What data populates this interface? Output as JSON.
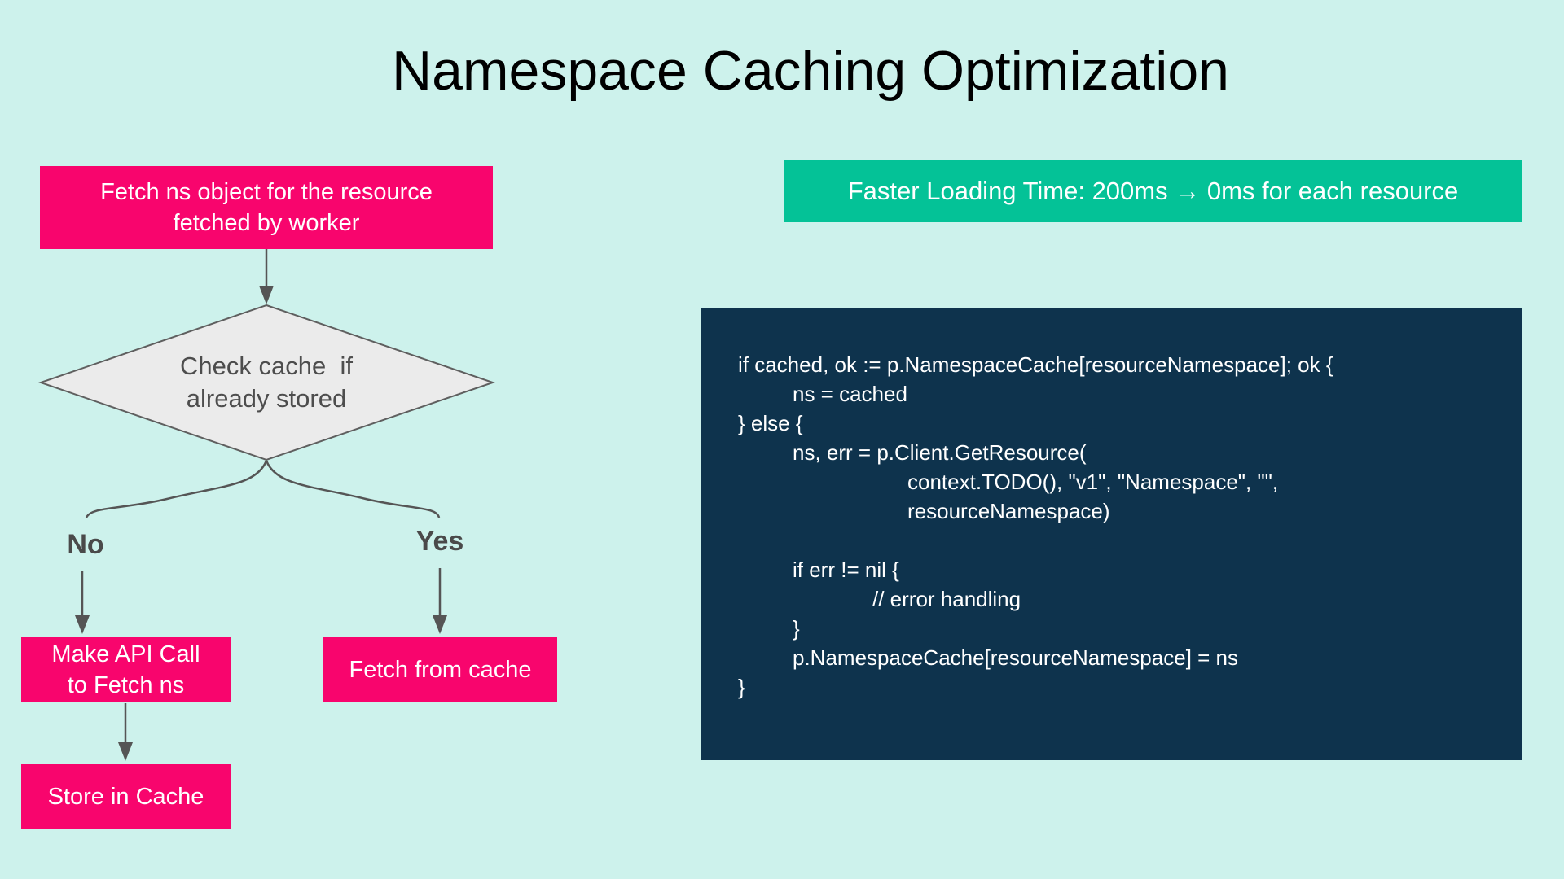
{
  "title": "Namespace Caching Optimization",
  "colors": {
    "bg": "#cdf2ec",
    "pink": "#f8056d",
    "green": "#04c297",
    "navy": "#0e334d",
    "diamond-fill": "#ebebeb",
    "line": "#555555",
    "gray-text": "#4d4d4d"
  },
  "flowchart": {
    "start_box": {
      "label": "Fetch ns object for the resource\nfetched by worker"
    },
    "decision": {
      "label": "Check cache  if\nalready stored"
    },
    "no_label": "No",
    "yes_label": "Yes",
    "no_box": {
      "label": "Make API Call\nto Fetch ns"
    },
    "yes_box": {
      "label": "Fetch from cache"
    },
    "store_box": {
      "label": "Store in Cache"
    }
  },
  "banner": {
    "label": "Faster Loading Time: 200ms → 0ms for each resource"
  },
  "code_block": {
    "lines": [
      {
        "indent": 0,
        "text": "if cached, ok := p.NamespaceCache[resourceNamespace]; ok {"
      },
      {
        "indent": 67,
        "text": "ns = cached"
      },
      {
        "indent": 0,
        "text": "} else {"
      },
      {
        "indent": 67,
        "text": "ns, err = p.Client.GetResource("
      },
      {
        "indent": 208,
        "text": "context.TODO(), \"v1\", \"Namespace\", \"\","
      },
      {
        "indent": 208,
        "text": "resourceNamespace)"
      },
      {
        "indent": 0,
        "text": ""
      },
      {
        "indent": 67,
        "text": "if err != nil {"
      },
      {
        "indent": 165,
        "text": "// error handling"
      },
      {
        "indent": 67,
        "text": "}"
      },
      {
        "indent": 67,
        "text": "p.NamespaceCache[resourceNamespace] = ns"
      },
      {
        "indent": 0,
        "text": "}"
      }
    ]
  }
}
